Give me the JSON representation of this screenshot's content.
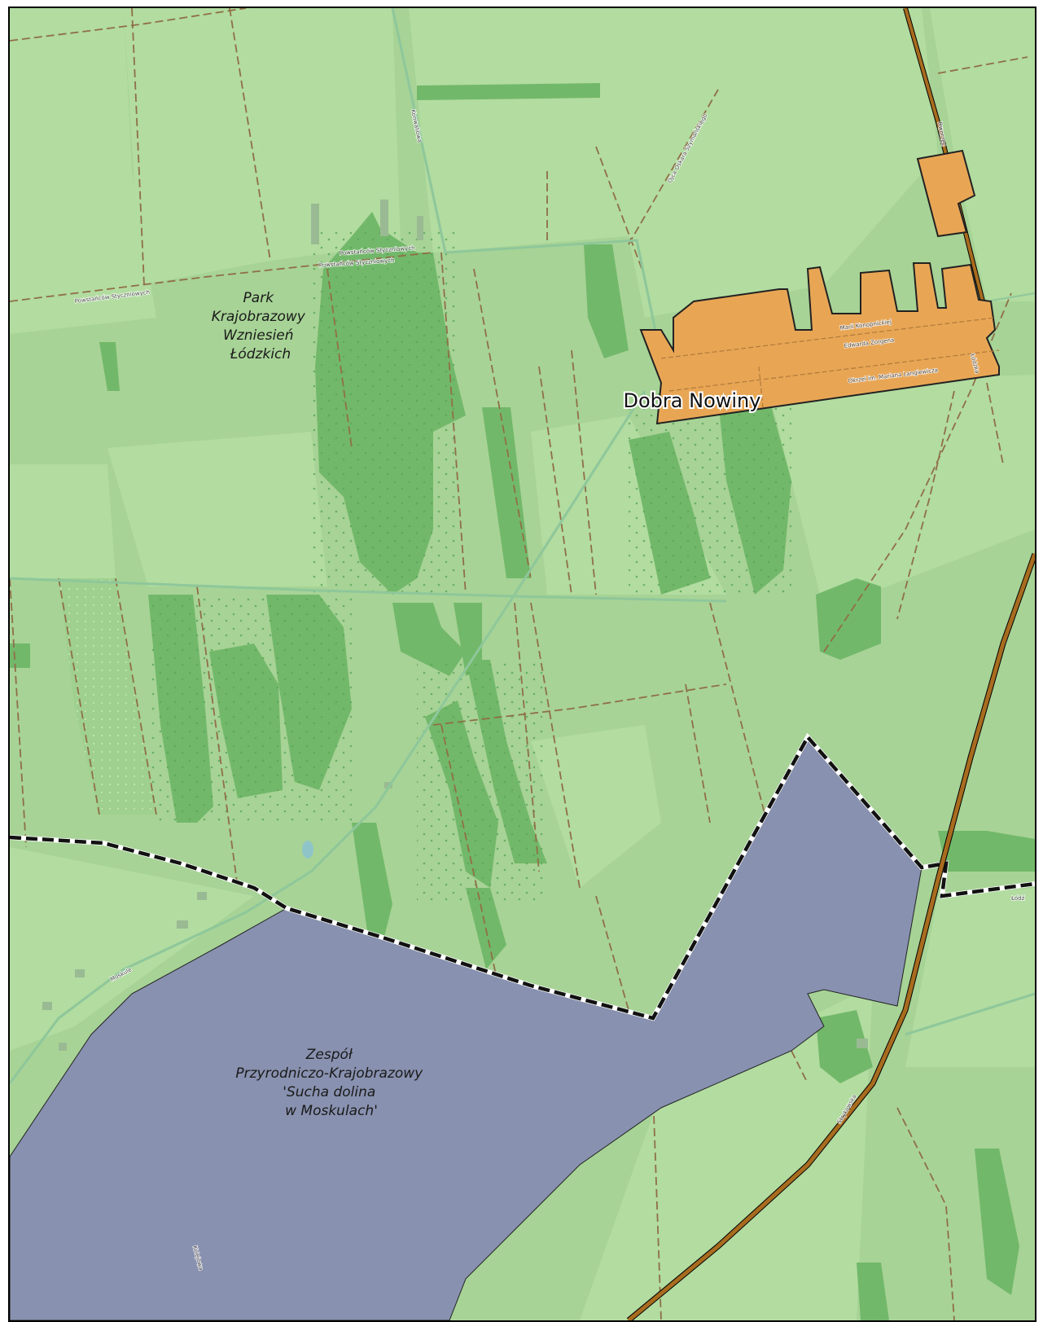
{
  "colors": {
    "background": "#a7d396",
    "field_light": "#b2dca0",
    "forest": "#72b86a",
    "settlement": "#e8a655",
    "protected_area": "#8891af",
    "main_road": "#a86c1f",
    "track": "#8f6f47",
    "path": "#8ec79a"
  },
  "labels": {
    "park": [
      "Park",
      "Krajobrazowy",
      "Wzniesień",
      "Łódzkich"
    ],
    "town": "Dobra Nowiny",
    "reserve": [
      "Zespół",
      "Przyrodniczo-Krajobrazowy",
      "'Sucha dolina",
      "w Moskulach'"
    ]
  },
  "streets": {
    "s1": "Powstańców Styczniowych",
    "s2": "Powstańców Styczniowych",
    "s3": "Powstańców Styczniowych",
    "s4": "Konwaliowa",
    "s5": "Ojca Oskara Szymańskiego",
    "s6": "Marii Konopnickiej",
    "s7": "Edwarda Zorgena",
    "s8": "Okrzei im. Mariana Langiewicza",
    "s9": "Łódzka",
    "s10": "Moskule",
    "s11": "Strykowska",
    "s12": "Dworzec",
    "s13": "Łódź",
    "s14": "Kolejowa"
  }
}
